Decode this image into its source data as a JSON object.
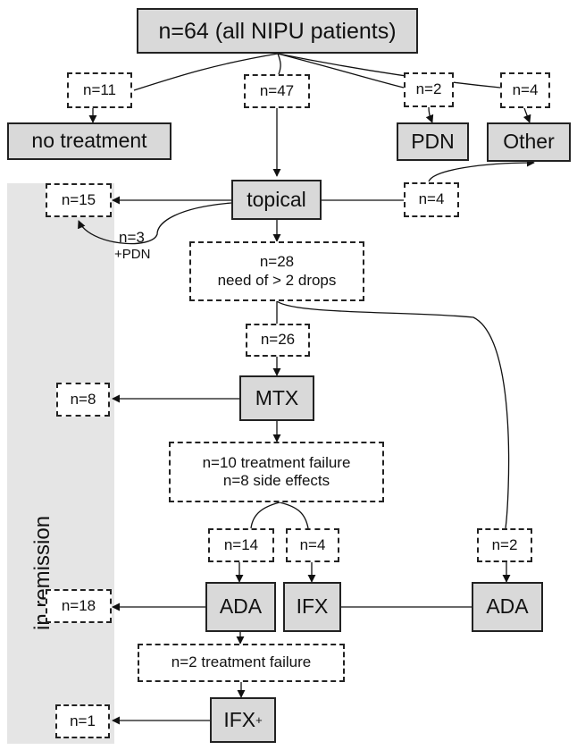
{
  "title_box": "n=64 (all NIPU patients)",
  "side_band_label": "in remission",
  "treatments": {
    "no_treatment": "no treatment",
    "pdn": "PDN",
    "other": "Other",
    "topical": "topical",
    "mtx": "MTX",
    "ada_left": "ADA",
    "ifx": "IFX",
    "ada_right": "ADA",
    "ifx_plus": "IFX",
    "ifx_plus_sup": "+"
  },
  "counts": {
    "no_treatment": "n=11",
    "topical": "n=47",
    "pdn": "n=2",
    "other": "n=4",
    "topical_to_other": "n=4",
    "remission_topical": "n=15",
    "topical_pdn_count": "n=3",
    "topical_pdn_note": "+PDN",
    "need_drops_line1": "n=28",
    "need_drops_line2": "need of > 2 drops",
    "to_mtx": "n=26",
    "remission_mtx": "n=8",
    "mtx_fail_line1": "n=10 treatment failure",
    "mtx_fail_line2": "n=8 side effects",
    "to_ada": "n=14",
    "to_ifx": "n=4",
    "to_ada_direct": "n=2",
    "remission_biologic": "n=18",
    "biologic_fail": "n=2 treatment failure",
    "remission_ifx_plus": "n=1"
  }
}
